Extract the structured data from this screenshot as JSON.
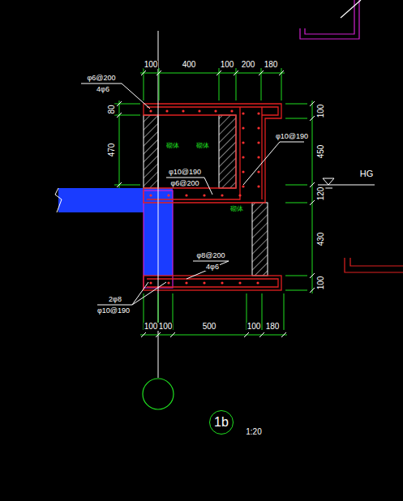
{
  "diagram": {
    "nodes": [
      {
        "text": [
          "1b"
        ]
      }
    ],
    "labels": [
      "100",
      "400",
      "100",
      "200",
      "180",
      "80",
      "470",
      "100",
      "450",
      "120",
      "430",
      "100",
      "100",
      "100",
      "500",
      "100",
      "180",
      "φ6@200",
      "4φ6",
      "φ10@190",
      "φ10@190",
      "φ6@200",
      "φ8@200",
      "4φ6",
      "2φ8",
      "φ10@190",
      "砌体",
      "砌体",
      "砌体",
      "HG",
      "1:20"
    ]
  }
}
